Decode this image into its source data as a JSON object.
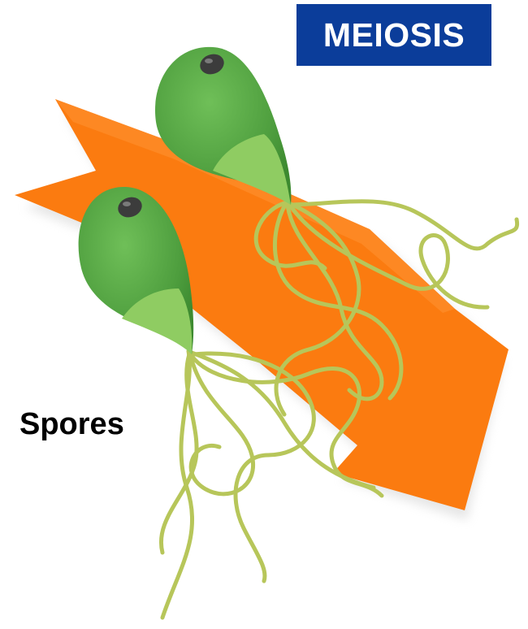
{
  "labels": {
    "process": "MEIOSIS",
    "cells": "Spores"
  },
  "colors": {
    "arrow": "#fb7b10",
    "process_box": "#0b3d9a",
    "cell_dark": "#4e9e3e",
    "cell_light": "#8fcc62",
    "flagella": "#b7c65a",
    "eyespot": "#3c3c3c"
  },
  "spore_count": 2
}
